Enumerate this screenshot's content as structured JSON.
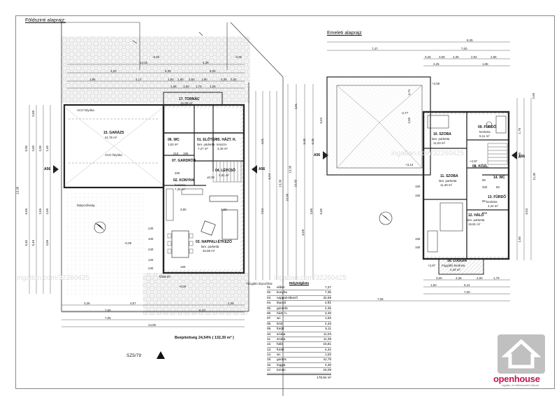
{
  "left_plan": {
    "title": "Földszinti alaprajz:",
    "dims_top": [
      "14,16",
      "4,20",
      "1,95",
      "4,17",
      "8,35",
      "6,05",
      "1,50",
      "1,80",
      "2,60",
      "1,90",
      "0,35",
      "0,35",
      "4,36",
      "1,65",
      "1,50",
      "1,79",
      "1,28"
    ],
    "dims_bottom": [
      "3,48",
      "7,60",
      "3,57",
      "7,05",
      "14,05",
      "6,10",
      "2,45"
    ],
    "dims_side": [
      "13,30",
      "6,90",
      "3,50",
      "3,90",
      "6,65",
      "0,85",
      "2,65",
      "5,40",
      "5,45",
      "4,65",
      "1,40",
      "2,65",
      "4,91",
      "7,04",
      "6,24",
      "13,30",
      "10,80",
      "10,60",
      "6,05",
      "3,85"
    ],
    "inner_dims": [
      "3,80",
      "2,50",
      "240",
      "100",
      "240",
      "120",
      "240",
      "190",
      "210",
      "200",
      "150"
    ],
    "rooms": [
      {
        "num": "15.",
        "name": "GARÁZS",
        "sub": "",
        "area": "41,76 m²"
      },
      {
        "num": "17.",
        "name": "TORNÁC",
        "sub": "",
        "area": "15,09 m²"
      },
      {
        "num": "01.",
        "name": "ELŐTÉR",
        "sub": "lam. parketta",
        "area": "7,27 m²"
      },
      {
        "num": "05.",
        "name": "HÁZT. H.",
        "sub": "terazzo",
        "area": "3,49 m²"
      },
      {
        "num": "06.",
        "name": "WC",
        "sub": "",
        "area": "1,53 m²"
      },
      {
        "num": "02.",
        "name": "KONYHA",
        "sub": "kerámia",
        "area": "7,35 m²"
      },
      {
        "num": "04.",
        "name": "LÉPCSŐ",
        "sub": "",
        "area": "4,91 m²"
      },
      {
        "num": "03.",
        "name": "NAPPALI-ÉTKEZŐ",
        "sub": "lam. parketta",
        "area": "32,69 m²"
      },
      {
        "num": "07.",
        "name": "GARDRÓB",
        "sub": "",
        "area": ""
      }
    ],
    "notes": [
      "ACO folyóka",
      "ACO folyóka",
      "falepcsősség",
      "fűtött tér",
      "Tűzgátló lépcsőház",
      "-0,35",
      "-0,35",
      "-0,35",
      "-0,00",
      "±0,00"
    ],
    "cut": "A56",
    "coverage": "Beépítettség 24,54% ( 132,30 m² )",
    "sheet_code": "SZ5/79"
  },
  "right_plan": {
    "title": "Emeleti alaprajz",
    "dims_top": [
      "8,35",
      "7,47",
      "7,00",
      "0,25",
      "3,08",
      "2,35",
      "2,92",
      "2,95",
      "2,25",
      "1,65"
    ],
    "dims_bottom": [
      "7,05",
      "3,00",
      "4,35",
      "2,00",
      "1,79",
      "1,50",
      "5,41",
      "7,00"
    ],
    "dims_side": [
      "4,73",
      "2,00",
      "4,91",
      "5,30",
      "6,35",
      "6,02",
      "6,50",
      "13,30",
      "2,65",
      "1,75",
      "3,35",
      "5,54",
      "1,50",
      "11,30"
    ],
    "inner_dims": [
      "150",
      "150",
      "150",
      "150",
      "90",
      "202",
      "60",
      "202",
      "90"
    ],
    "rooms": [
      {
        "num": "10.",
        "name": "SZOBA",
        "sub": "lam. parketta",
        "area": "11,03 m²"
      },
      {
        "num": "09.",
        "name": "FÜRDŐ",
        "sub": "kerámia",
        "area": "5,11 m²"
      },
      {
        "num": "08.",
        "name": "KÖZL.",
        "sub": "",
        "area": ""
      },
      {
        "num": "11.",
        "name": "SZOBA",
        "sub": "lam. parketta",
        "area": "11,39 m²"
      },
      {
        "num": "13.",
        "name": "FÜRDŐ",
        "sub": "kerámia",
        "area": "4,42 m²"
      },
      {
        "num": "12.",
        "name": "HÁLÓ",
        "sub": "lam. parketta",
        "area": "15,81 m²"
      },
      {
        "num": "14.",
        "name": "WC",
        "sub": "",
        "area": ""
      },
      {
        "num": "16.",
        "name": "LOGGIA",
        "sub": "Fagyálló kerámia",
        "area": "4,49 m²"
      }
    ],
    "levels": [
      "+3,13",
      "+2,97",
      "+2,58",
      "-2,77",
      "+2,97"
    ],
    "cut": "A56"
  },
  "room_table": {
    "header": "Helyiséglista",
    "rows": [
      [
        "01.",
        "előtér",
        "7,27"
      ],
      [
        "02.",
        "konyha",
        "7,35"
      ],
      [
        "03.",
        "nappali-étkező",
        "32,69"
      ],
      [
        "04.",
        "lépcső",
        "4,91"
      ],
      [
        "05.",
        "gardrób",
        "4,45"
      ],
      [
        "06.",
        "házt. h.",
        "3,49"
      ],
      [
        "07.",
        "wc",
        "1,53"
      ],
      [
        "08.",
        "közl.",
        "4,33"
      ],
      [
        "09.",
        "fürdő",
        "5,11"
      ],
      [
        "10.",
        "szoba",
        "11,03"
      ],
      [
        "11.",
        "szoba",
        "11,39"
      ],
      [
        "12.",
        "háló",
        "15,81"
      ],
      [
        "13.",
        "fürdő",
        "4,42"
      ],
      [
        "14.",
        "wc",
        "1,53"
      ],
      [
        "15.",
        "garázs",
        "41,76"
      ],
      [
        "16.",
        "loggia",
        "4,49"
      ],
      [
        "17.",
        "tornác",
        "15,09"
      ]
    ],
    "total": "179,94 m²"
  },
  "brand": {
    "name": "openhouse",
    "tagline": "Ingatlan, és Hitelközvetítő Hálózat"
  },
  "watermarks": [
    "ingatlan.com/32260425",
    "ingatlan.com/32260425",
    "ingatlan.com/32260425"
  ],
  "colors": {
    "brand": "#c2154f",
    "line": "#222222",
    "hatch": "#777777"
  }
}
